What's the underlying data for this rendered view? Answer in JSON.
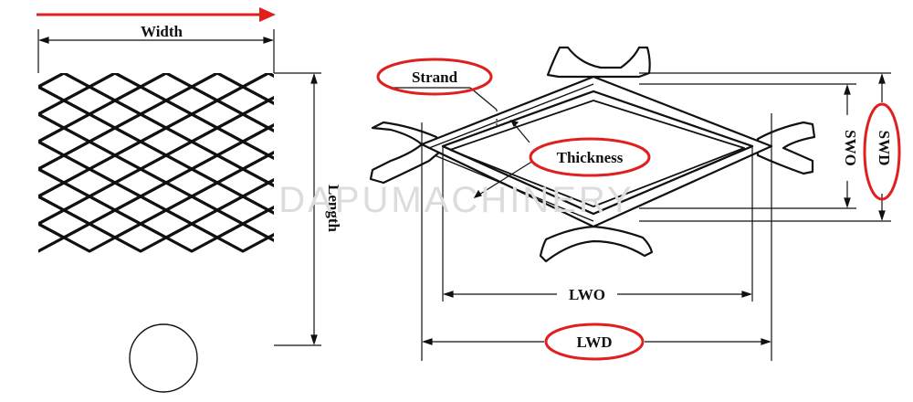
{
  "colors": {
    "ink": "#111111",
    "highlight": "#e0201e",
    "watermark": "#dcdcdc"
  },
  "labels": {
    "width": "Width",
    "length": "Length",
    "strand": "Strand",
    "thickness": "Thickness",
    "lwo": "LWO",
    "lwd": "LWD",
    "swo": "SWO",
    "swd": "SWD"
  },
  "watermark": "DAPUMACHINERY"
}
